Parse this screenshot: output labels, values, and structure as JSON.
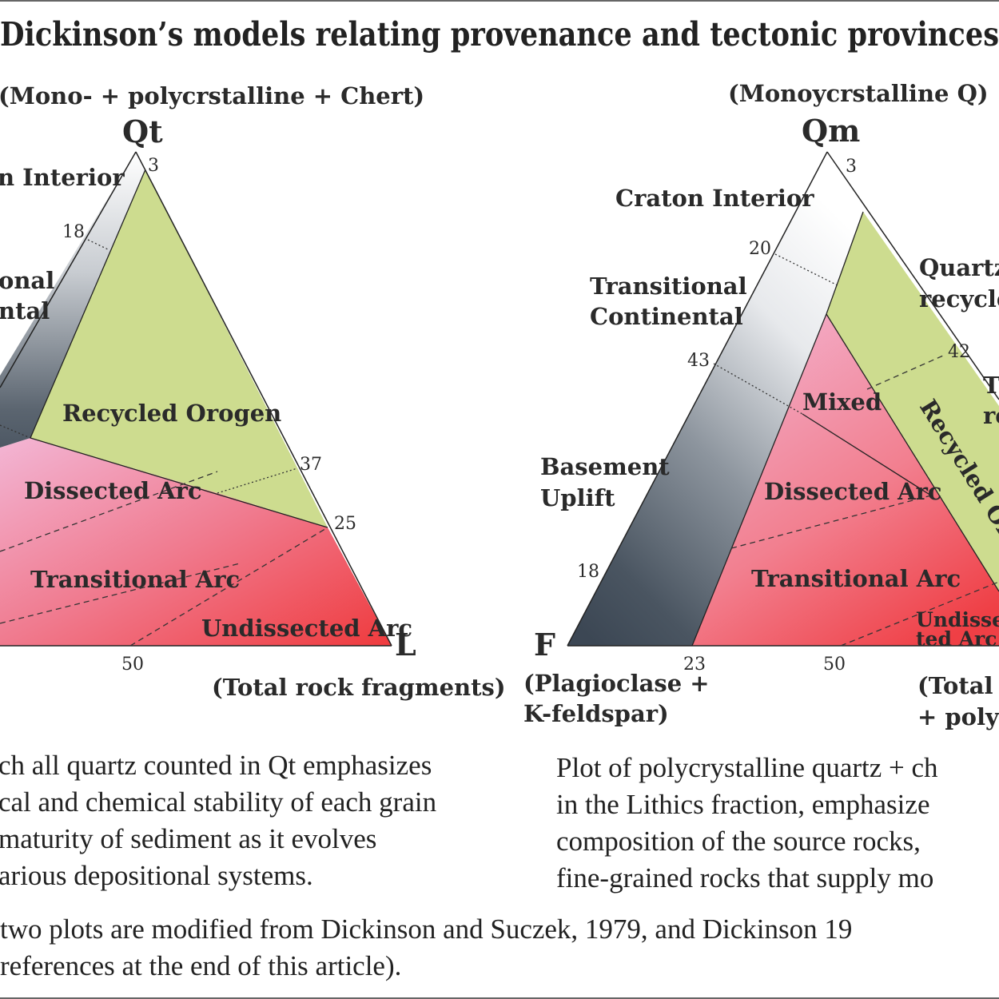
{
  "title": "Dickinson’s models relating provenance and tectonic provinces",
  "left_diagram": {
    "top_label_desc": "(Mono- + polycrstalline + Chert)",
    "apex_top": "Qt",
    "apex_right": "L",
    "right_label_desc": "(Total rock fragments)",
    "regions": {
      "craton_interior": "n Interior",
      "transitional_line1": "onal",
      "transitional_line2": "ntal",
      "recycled_orogen": "Recycled Orogen",
      "dissected_arc": "Dissected Arc",
      "transitional_arc": "Transitional Arc",
      "undissected_arc": "Undissected Arc"
    },
    "ticks": {
      "t3": "3",
      "t18": "18",
      "t37": "37",
      "t25": "25",
      "t50": "50"
    }
  },
  "right_diagram": {
    "top_label_desc": "(Monoycrstalline Q)",
    "apex_top": "Qm",
    "apex_left": "F",
    "left_label_line1": "(Plagioclase +",
    "left_label_line2": "K-feldspar)",
    "right_label_line1": "(Total r",
    "right_label_line2": "+ polyc",
    "regions": {
      "craton_interior": "Craton Interior",
      "transitional_continental_line1": "Transitional",
      "transitional_continental_line2": "Continental",
      "basement_uplift_line1": "Basement",
      "basement_uplift_line2": "Uplift",
      "quartzose_line1": "Quartz",
      "quartzose_line2": "recycle",
      "transitional_recycled_line1": "T",
      "transitional_recycled_line2": "re",
      "mixed": "Mixed",
      "recycled_orogen": "Recycled Oro",
      "dissected_arc": "Dissected Arc",
      "transitional_arc": "Transitional Arc",
      "undissected_line1": "Undisse",
      "undissected_line2": "ted Arc"
    },
    "ticks": {
      "t3": "3",
      "t20": "20",
      "t43": "43",
      "t42": "42",
      "t18": "18",
      "t23": "23",
      "t50": "50"
    }
  },
  "caption_left": [
    "ch all quartz counted in Qt emphasizes",
    "cal and chemical stability of each grain",
    " maturity of sediment as it evolves",
    "arious depositional systems."
  ],
  "caption_right": [
    "Plot of polycrystalline quartz + ch",
    "in the Lithics fraction, emphasize",
    "composition of the source rocks,",
    "fine-grained rocks that supply mo"
  ],
  "footer": [
    "two plots are modified from Dickinson and Suczek, 1979, and Dickinson 19",
    "references at the end of this article)."
  ],
  "colors": {
    "green": "#cddc8f",
    "red_dark": "#ef3a3d",
    "pink_light": "#f3b6d5",
    "grey_dark": "#3c4754"
  }
}
